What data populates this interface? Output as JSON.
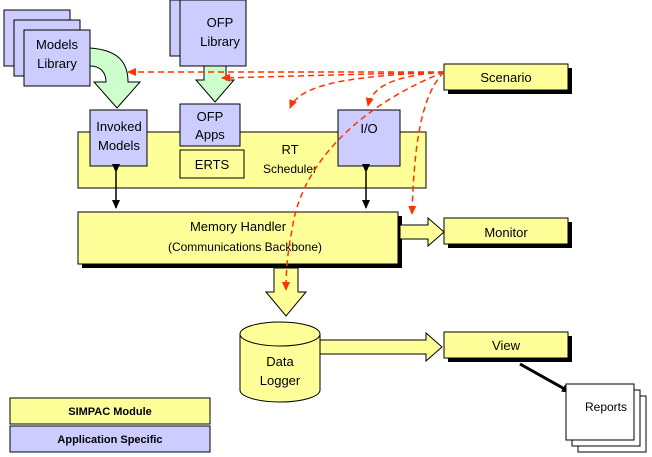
{
  "colors": {
    "simpac": "#ffff99",
    "application": "#ccccff",
    "arrow_green": "#ccffcc",
    "dashed": "#ff3300",
    "shadow": "#000000"
  },
  "nodes": {
    "models_library": [
      "Models",
      "Library"
    ],
    "ofp_library": [
      "OFP",
      "Library"
    ],
    "scenario": "Scenario",
    "invoked_models": [
      "Invoked",
      "Models"
    ],
    "ofp_apps": [
      "OFP",
      "Apps"
    ],
    "erts": "ERTS",
    "rt_scheduler": [
      "RT",
      "Scheduler"
    ],
    "io": "I/O",
    "memory_handler": [
      "Memory Handler",
      "(Communications Backbone)"
    ],
    "monitor": "Monitor",
    "data_logger": [
      "Data",
      "Logger"
    ],
    "view": "View",
    "reports": "Reports"
  },
  "legend": {
    "simpac_module": "SIMPAC Module",
    "application_specific": "Application Specific"
  }
}
